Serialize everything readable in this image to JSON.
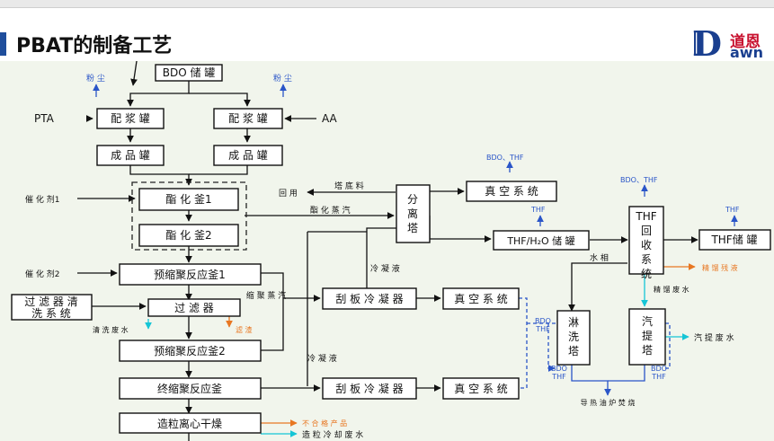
{
  "title": "PBAT的制备工艺",
  "logo": {
    "cn": "道恩",
    "latin": "Dawn"
  },
  "nodes": {
    "bdo_tank": "BDO 储 罐",
    "mix_tank_1": "配 浆 罐",
    "mix_tank_2": "配 浆 罐",
    "product_tank_1": "成 品 罐",
    "product_tank_2": "成 品 罐",
    "ester_1": "酯 化 釜1",
    "ester_2": "酯 化 釜2",
    "separation_tower": "分 离 塔",
    "vacuum_1": "真 空 系 统",
    "thf_h2o_tank": "THF/H₂O 储 罐",
    "thf_recovery": "THF 回 收 系 统",
    "thf_tank": "THF储 罐",
    "prepoly_1": "预缩聚反应釜1",
    "filter_clean": "过滤器清洗系统",
    "filter": "过 滤 器",
    "prepoly_2": "预缩聚反应釜2",
    "final_poly": "终缩聚反应釜",
    "pellet_dry": "造粒离心干燥",
    "scraper_1": "刮 板 冷 凝 器",
    "vacuum_2": "真 空 系 统",
    "scraper_2": "刮 板 冷 凝 器",
    "vacuum_3": "真 空 系 统",
    "spray_tower": "淋 洗 塔",
    "stripper": "汽 提 塔"
  },
  "labels": {
    "dust_1": "粉 尘",
    "dust_2": "粉 尘",
    "pta": "PTA",
    "aa": "AA",
    "catalyst_1": "催 化 剂1",
    "catalyst_2": "催 化 剂2",
    "bottoms": "塔 底 料",
    "reuse": "回 用",
    "ester_vapor": "酯 化 蒸 汽",
    "bdo_thf_1": "BDO、THF",
    "bdo_thf_2": "BDO、THF",
    "thf_1": "THF",
    "thf_2": "THF",
    "condensate_1": "冷 凝 液",
    "condensate_2": "冷 凝 液",
    "water_phase": "水 相",
    "distill_residue": "精 馏 残 液",
    "distill_wastewater": "精 馏 废 水",
    "poly_vapor": "缩 聚 蒸 汽",
    "wash_wastewater": "清 洗 废 水",
    "filter_residue": "滤 渣",
    "stripping_wastewater": "汽 提 废 水",
    "bdo_thf_3": "BDO THF",
    "bdo_thf_4": "BDO THF",
    "bdo_thf_5": "BDO THF",
    "heat_oil": "导 热 油 炉 焚 烧",
    "reject_product": "不 合 格 产 品",
    "pellet_cooling": "造 粒 冷 却 废 水"
  },
  "colors": {
    "arrow": "#111111",
    "blue_stream": "#2a55c8",
    "orange_stream": "#e87722",
    "cyan_stream": "#15c5d6",
    "background": "#f1f5ec"
  }
}
